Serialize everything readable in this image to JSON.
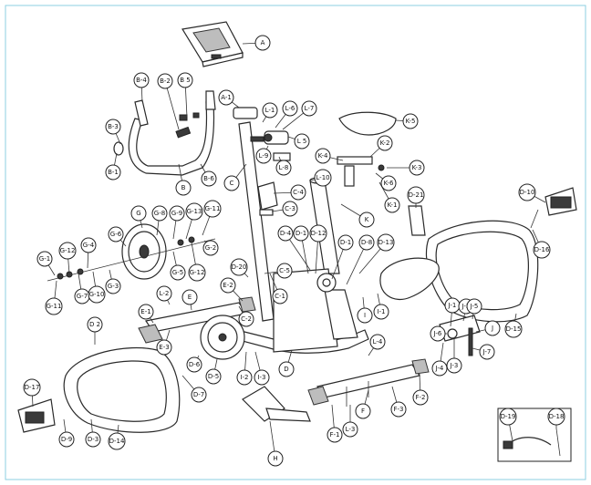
{
  "labels": [
    {
      "id": "A",
      "t": "A"
    },
    {
      "id": "A-1",
      "t": "A-1"
    },
    {
      "id": "B",
      "t": "B"
    },
    {
      "id": "B-1",
      "t": "B-1"
    },
    {
      "id": "B-2",
      "t": "B-2"
    },
    {
      "id": "B-3",
      "t": "B-3"
    },
    {
      "id": "B-4",
      "t": "B-4"
    },
    {
      "id": "B-5",
      "t": "B 5"
    },
    {
      "id": "B-6",
      "t": "B-6"
    },
    {
      "id": "C",
      "t": "C"
    },
    {
      "id": "C-1",
      "t": "C-1"
    },
    {
      "id": "C-2",
      "t": "C-2"
    },
    {
      "id": "C-3",
      "t": "C-3"
    },
    {
      "id": "C-4",
      "t": "C-4"
    },
    {
      "id": "C-5",
      "t": "C-5"
    },
    {
      "id": "D",
      "t": "D"
    },
    {
      "id": "D-1a",
      "t": "D-1"
    },
    {
      "id": "D-1b",
      "t": "D-1"
    },
    {
      "id": "D-2",
      "t": "D 2"
    },
    {
      "id": "D-3",
      "t": "D-3"
    },
    {
      "id": "D-4",
      "t": "D-4"
    },
    {
      "id": "D-5",
      "t": "D-5"
    },
    {
      "id": "D-6",
      "t": "D-6"
    },
    {
      "id": "D-7",
      "t": "D-7"
    },
    {
      "id": "D-8",
      "t": "D-8"
    },
    {
      "id": "D-9",
      "t": "D-9"
    },
    {
      "id": "D-10",
      "t": "D-10"
    },
    {
      "id": "D-12",
      "t": "D-12"
    },
    {
      "id": "D-13",
      "t": "D-13"
    },
    {
      "id": "D-14",
      "t": "D-14"
    },
    {
      "id": "D-15",
      "t": "D-15"
    },
    {
      "id": "D-16",
      "t": "D-16"
    },
    {
      "id": "D-17",
      "t": "D-17"
    },
    {
      "id": "D-18",
      "t": "D-18"
    },
    {
      "id": "D-19",
      "t": "D-19"
    },
    {
      "id": "D-20",
      "t": "D-20"
    },
    {
      "id": "D-21",
      "t": "D-21"
    },
    {
      "id": "E",
      "t": "E"
    },
    {
      "id": "E-1",
      "t": "E-1"
    },
    {
      "id": "E-2",
      "t": "E-2"
    },
    {
      "id": "E-3",
      "t": "E-3"
    },
    {
      "id": "F",
      "t": "F"
    },
    {
      "id": "F-1",
      "t": "F-1"
    },
    {
      "id": "F-2",
      "t": "F-2"
    },
    {
      "id": "F-3",
      "t": "F-3"
    },
    {
      "id": "G",
      "t": "G"
    },
    {
      "id": "G-1",
      "t": "G-1"
    },
    {
      "id": "G-2",
      "t": "G-2"
    },
    {
      "id": "G-3",
      "t": "G-3"
    },
    {
      "id": "G-4",
      "t": "G-4"
    },
    {
      "id": "G-5",
      "t": "G-5"
    },
    {
      "id": "G-6",
      "t": "G-6"
    },
    {
      "id": "G-7",
      "t": "G-7"
    },
    {
      "id": "G-8",
      "t": "G-8"
    },
    {
      "id": "G-9",
      "t": "G-9"
    },
    {
      "id": "G-10",
      "t": "G-10"
    },
    {
      "id": "G-11a",
      "t": "G-11"
    },
    {
      "id": "G-11b",
      "t": "G-11"
    },
    {
      "id": "G-12a",
      "t": "G-12"
    },
    {
      "id": "G-12b",
      "t": "G-12"
    },
    {
      "id": "G-13",
      "t": "G-13"
    },
    {
      "id": "H",
      "t": "H"
    },
    {
      "id": "I",
      "t": "I"
    },
    {
      "id": "I-1",
      "t": "I-1"
    },
    {
      "id": "I-2",
      "t": "I-2"
    },
    {
      "id": "I-3",
      "t": "I-3"
    },
    {
      "id": "J",
      "t": "J"
    },
    {
      "id": "J-1",
      "t": "J-1"
    },
    {
      "id": "J-2",
      "t": "J-2"
    },
    {
      "id": "J-3",
      "t": "J-3"
    },
    {
      "id": "J-4",
      "t": "J-4"
    },
    {
      "id": "J-5",
      "t": "J-5"
    },
    {
      "id": "J-6",
      "t": "J-6"
    },
    {
      "id": "J-7",
      "t": "J-7"
    },
    {
      "id": "K",
      "t": "K"
    },
    {
      "id": "K-1",
      "t": "K-1"
    },
    {
      "id": "K-2",
      "t": "K-2"
    },
    {
      "id": "K-3",
      "t": "K-3"
    },
    {
      "id": "K-4",
      "t": "K-4"
    },
    {
      "id": "K-5",
      "t": "K-5"
    },
    {
      "id": "K-6",
      "t": "K-6"
    },
    {
      "id": "L-1",
      "t": "L-1"
    },
    {
      "id": "L-2",
      "t": "L-2"
    },
    {
      "id": "L-3",
      "t": "L-3"
    },
    {
      "id": "L-4",
      "t": "L-4"
    },
    {
      "id": "L-5",
      "t": "L 5"
    },
    {
      "id": "L-6",
      "t": "L-6"
    },
    {
      "id": "L-7",
      "t": "L-7"
    },
    {
      "id": "L-8",
      "t": "L-8"
    },
    {
      "id": "L-9",
      "t": "L-9"
    },
    {
      "id": "L-10",
      "t": "L-10"
    }
  ]
}
